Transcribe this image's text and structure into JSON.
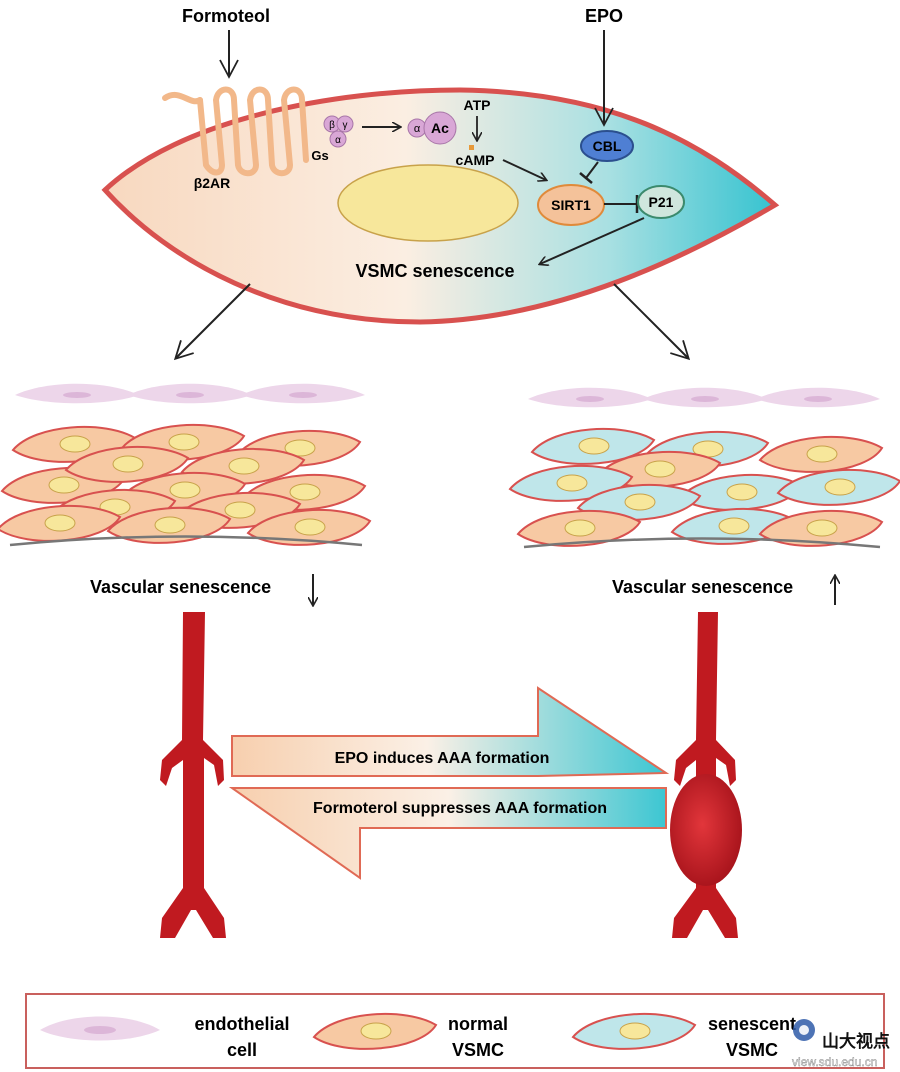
{
  "inputs": {
    "formoterol": "Formoteol",
    "epo": "EPO"
  },
  "pathway": {
    "receptor": "β2AR",
    "gs": "Gs",
    "gs_beta": "β",
    "gs_gamma": "γ",
    "gs_alpha": "α",
    "ac_alpha": "α",
    "ac": "Ac",
    "atp": "ATP",
    "camp": "cAMP",
    "cbl": "CBL",
    "sirt1": "SIRT1",
    "p21": "P21",
    "outcome": "VSMC senescence"
  },
  "panels": {
    "left_label": "Vascular senescence",
    "left_arrow": "down",
    "right_label": "Vascular senescence",
    "right_arrow": "up"
  },
  "arrows": {
    "epo_effect": "EPO induces AAA formation",
    "formoterol_effect": "Formoterol suppresses AAA formation"
  },
  "legend": [
    {
      "label_line1": "endothelial",
      "label_line2": "cell"
    },
    {
      "label_line1": "normal",
      "label_line2": "VSMC"
    },
    {
      "label_line1": "senescent",
      "label_line2": "VSMC"
    }
  ],
  "watermark": {
    "text": "山大视点",
    "url": "view.sdu.edu.cn"
  },
  "colors": {
    "membrane": "#d8514f",
    "normal_cell_fill": "#f7c9a3",
    "senescent_cell_fill": "#bfe6ea",
    "nucleus": "#f7e79b",
    "endothelial": "#edd6ea",
    "artery": "#c01a20",
    "gradient_start": "#fbe2cf",
    "gradient_end": "#3fc7d3",
    "cbl": "#4f7fd3",
    "sirt1": "#f4c29a",
    "p21": "#cfe6dd",
    "g_protein": "#d9a7d6"
  }
}
